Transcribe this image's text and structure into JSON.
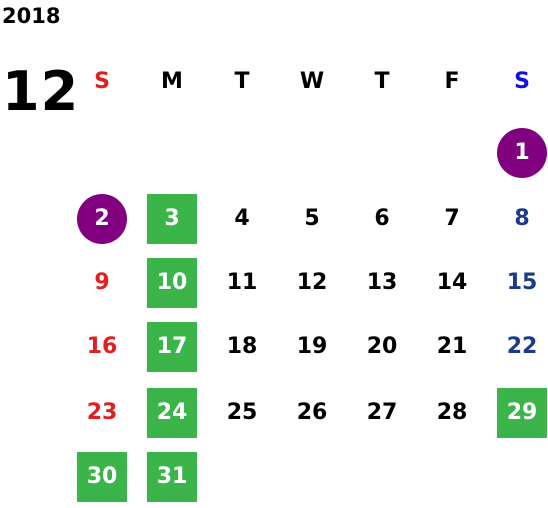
{
  "year": "2018",
  "month": "12",
  "weekdays": [
    "S",
    "M",
    "T",
    "W",
    "T",
    "F",
    "S"
  ],
  "weeks": [
    [
      "",
      "",
      "",
      "",
      "",
      "",
      "1"
    ],
    [
      "2",
      "3",
      "4",
      "5",
      "6",
      "7",
      "8"
    ],
    [
      "9",
      "10",
      "11",
      "12",
      "13",
      "14",
      "15"
    ],
    [
      "16",
      "17",
      "18",
      "19",
      "20",
      "21",
      "22"
    ],
    [
      "23",
      "24",
      "25",
      "26",
      "27",
      "28",
      "29"
    ],
    [
      "30",
      "31",
      "",
      "",
      "",
      "",
      ""
    ]
  ],
  "highlights": {
    "purple": [
      "1",
      "2"
    ],
    "green": [
      "3",
      "10",
      "17",
      "24",
      "29",
      "30",
      "31"
    ]
  },
  "colors": {
    "sunday": "#e02020",
    "saturday": "#1a3a8a",
    "green": "#3bb44a",
    "purple": "#800080"
  }
}
